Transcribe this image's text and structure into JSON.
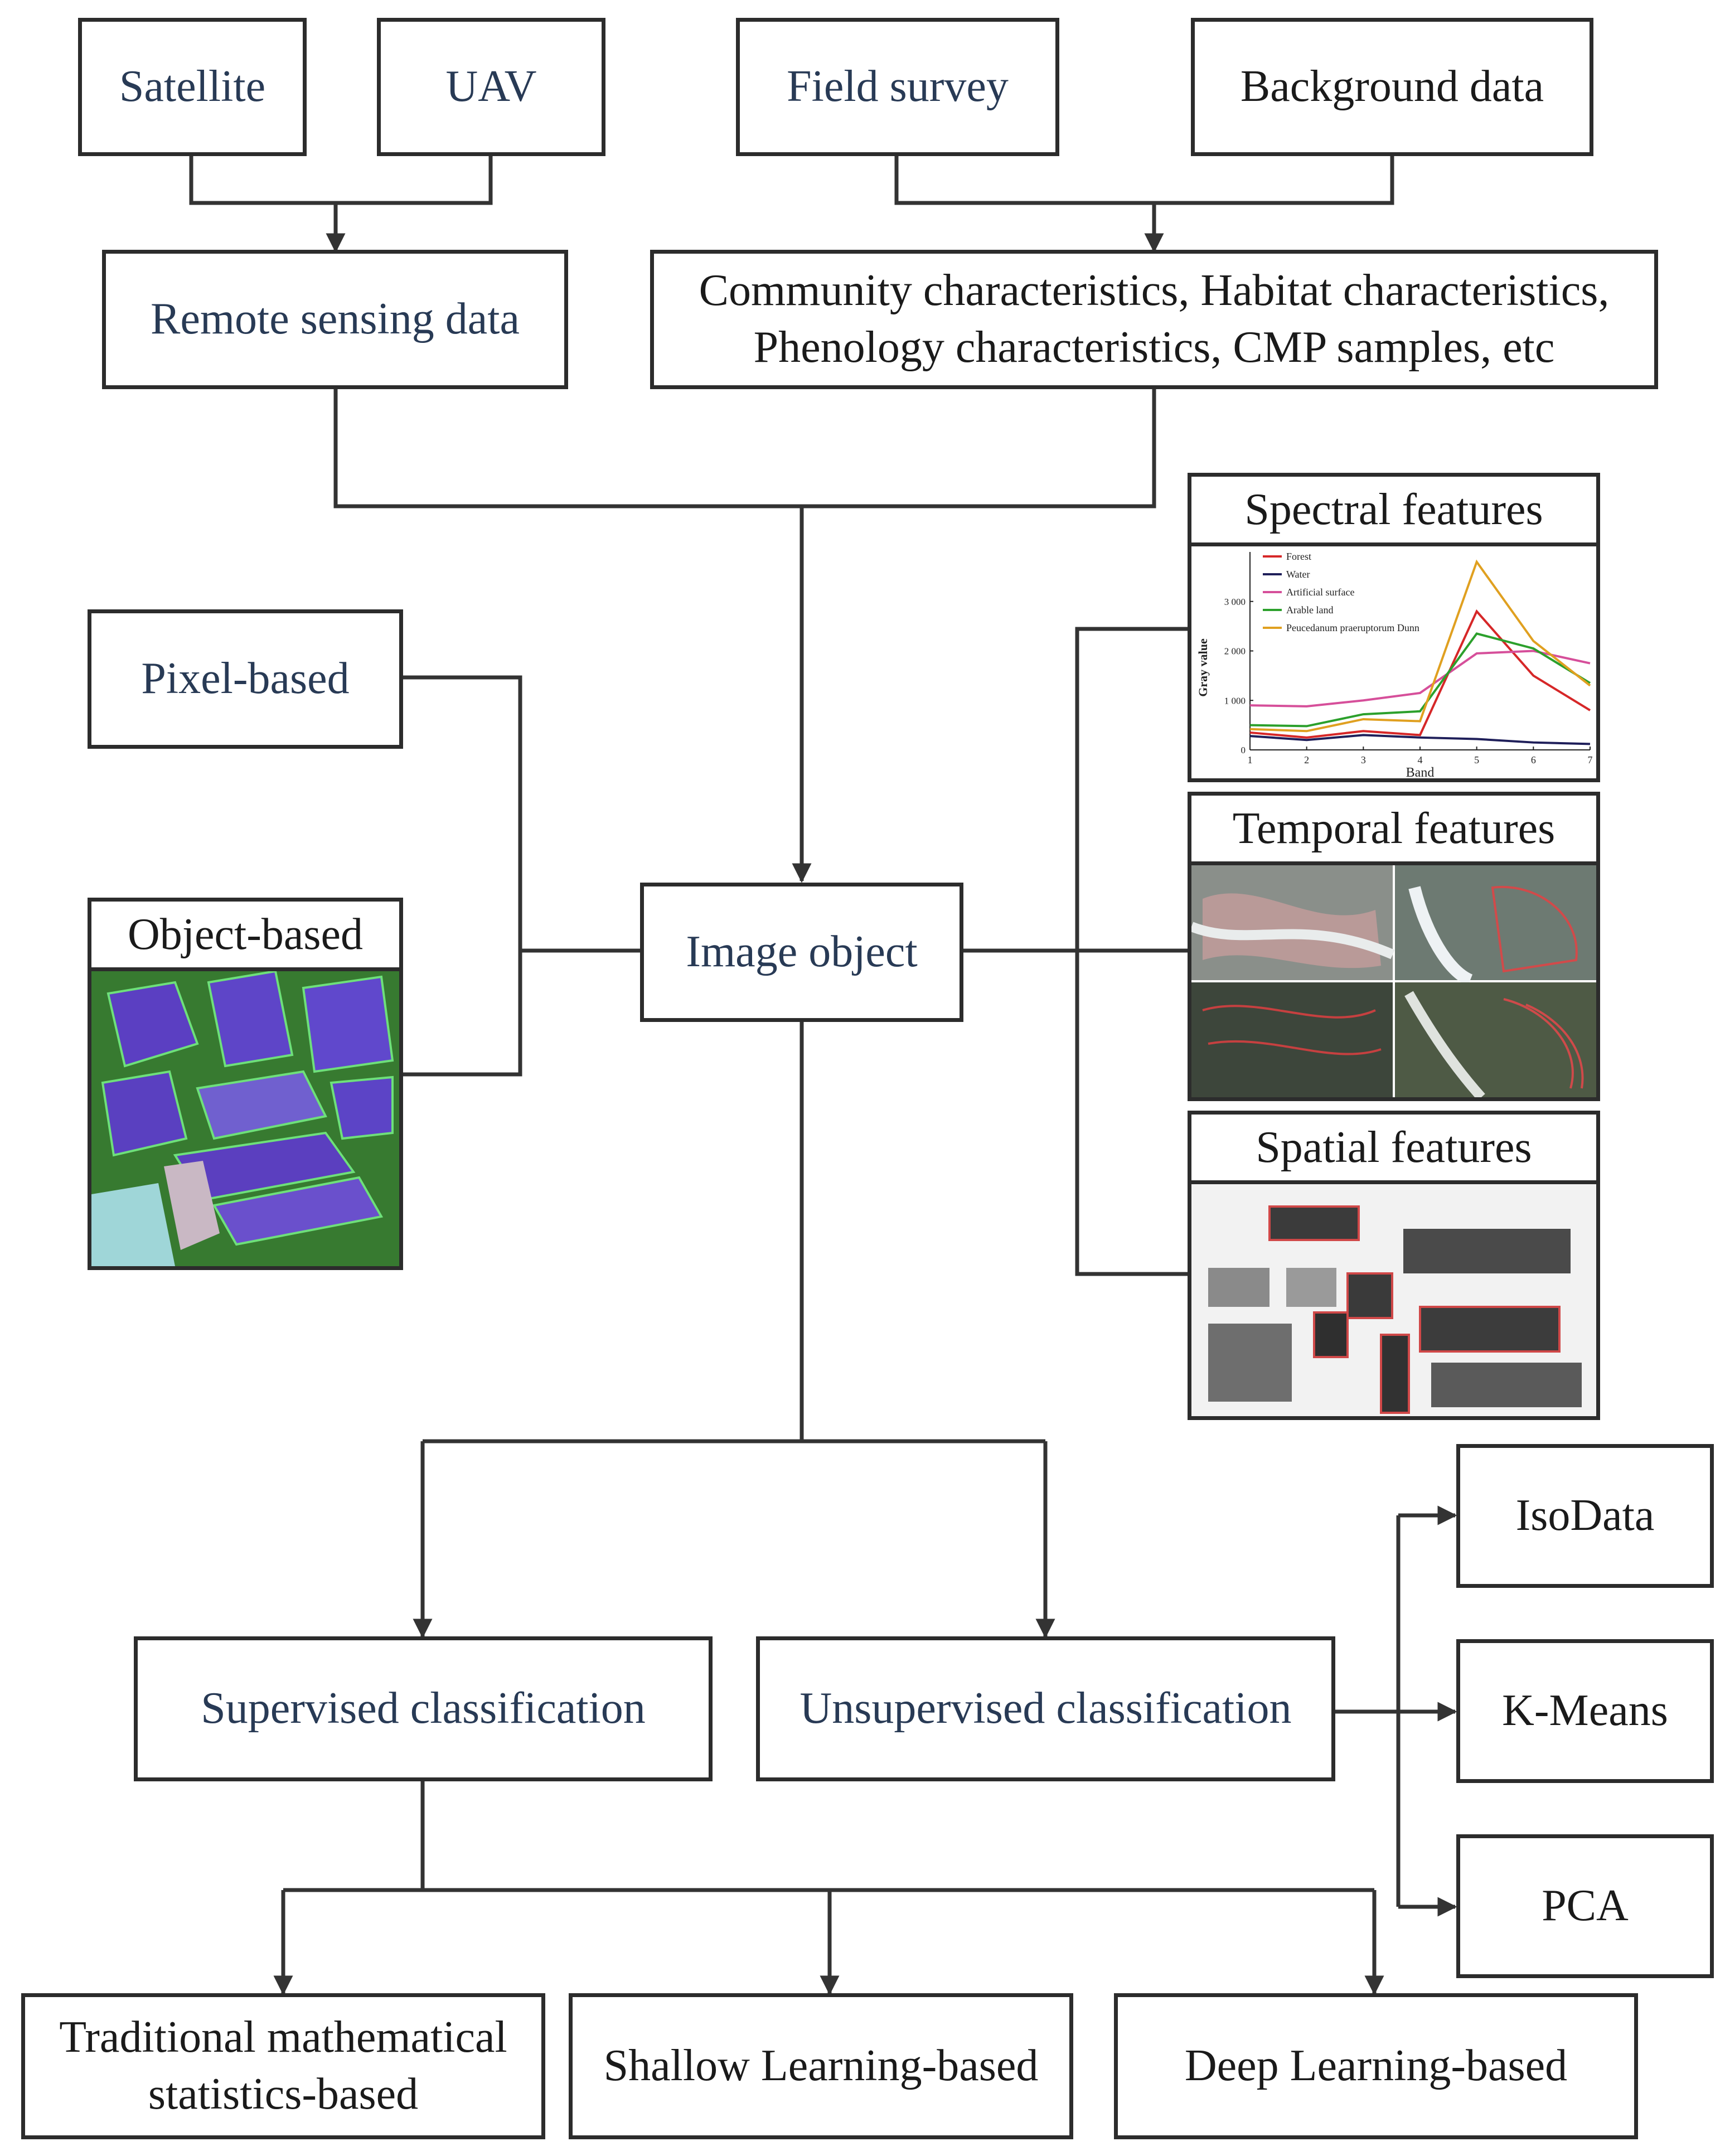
{
  "nodes": {
    "satellite": "Satellite",
    "uav": "UAV",
    "field_survey": "Field survey",
    "background_data": "Background data",
    "remote_sensing_data": "Remote sensing data",
    "characteristics_line1": "Community characteristics, Habitat characteristics,",
    "characteristics_line2": "Phenology characteristics, CMP samples, etc",
    "pixel_based": "Pixel-based",
    "object_based": "Object-based",
    "image_object": "Image object",
    "spectral_features": "Spectral features",
    "temporal_features": "Temporal features",
    "spatial_features": "Spatial features",
    "supervised": "Supervised classification",
    "unsupervised": "Unsupervised classification",
    "isodata": "IsoData",
    "kmeans": "K-Means",
    "pca": "PCA",
    "traditional_line1": "Traditional mathematical",
    "traditional_line2": "statistics-based",
    "shallow": "Shallow Learning-based",
    "deep": "Deep Learning-based"
  },
  "chart_data": {
    "type": "line",
    "title": "",
    "xlabel": "Band",
    "ylabel": "Gray value",
    "x": [
      1,
      2,
      3,
      4,
      5,
      6,
      7
    ],
    "xlim": [
      1,
      7
    ],
    "ylim": [
      0,
      4000
    ],
    "yticks": [
      0,
      1000,
      2000,
      3000
    ],
    "ytick_labels": [
      "0",
      "1 000",
      "2 000",
      "3 000"
    ],
    "legend_position": "top-left",
    "grid": false,
    "series": [
      {
        "name": "Forest",
        "color": "#d62728",
        "values": [
          350,
          250,
          380,
          300,
          2800,
          1500,
          800
        ]
      },
      {
        "name": "Water",
        "color": "#1f1f5a",
        "values": [
          280,
          200,
          300,
          250,
          220,
          150,
          120
        ]
      },
      {
        "name": "Artificial surface",
        "color": "#d64f9a",
        "values": [
          900,
          880,
          1000,
          1150,
          1950,
          2000,
          1750
        ]
      },
      {
        "name": "Arable land",
        "color": "#2ca02c",
        "values": [
          500,
          480,
          720,
          780,
          2350,
          2050,
          1350
        ]
      },
      {
        "name": "Peucedanum praeruptorum Dunn",
        "color": "#e0a020",
        "values": [
          420,
          380,
          620,
          580,
          3800,
          2200,
          1300
        ]
      }
    ]
  }
}
